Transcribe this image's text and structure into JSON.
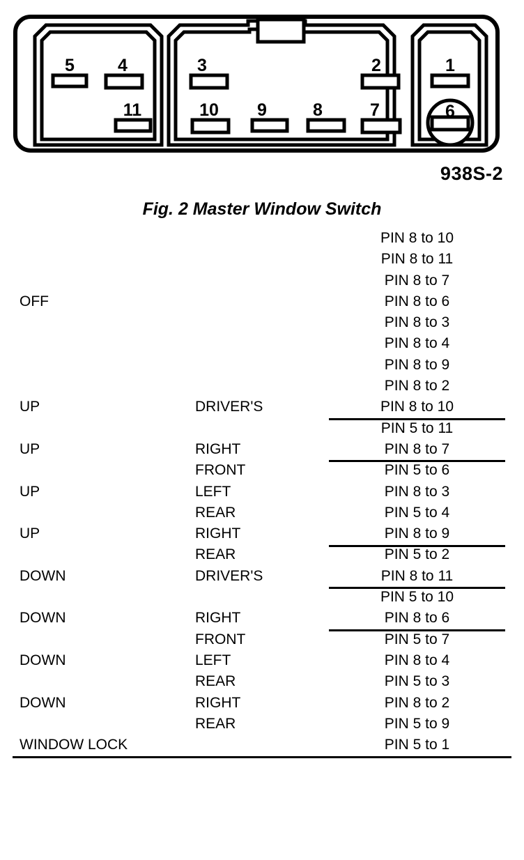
{
  "diagram": {
    "name": "master-window-switch-connector",
    "drawing_number": "938S-2",
    "caption": "Fig. 2 Master Window Switch",
    "sections": [
      {
        "name": "left-connector-section",
        "pins": [
          {
            "label": "5"
          },
          {
            "label": "4"
          },
          {
            "label": "11"
          }
        ]
      },
      {
        "name": "middle-connector-section",
        "pins": [
          {
            "label": "3"
          },
          {
            "label": "2"
          },
          {
            "label": "10"
          },
          {
            "label": "9"
          },
          {
            "label": "8"
          },
          {
            "label": "7"
          }
        ]
      },
      {
        "name": "right-connector-section",
        "pins": [
          {
            "label": "1"
          },
          {
            "label": "6"
          }
        ]
      }
    ]
  },
  "table": {
    "rows": [
      {
        "position": "",
        "window": "",
        "pins": "PIN 8 to 10",
        "rule": ""
      },
      {
        "position": "",
        "window": "",
        "pins": "PIN 8 to 11",
        "rule": ""
      },
      {
        "position": "",
        "window": "",
        "pins": "PIN 8 to 7",
        "rule": ""
      },
      {
        "position": "OFF",
        "window": "",
        "pins": "PIN 8 to 6",
        "rule": ""
      },
      {
        "position": "",
        "window": "",
        "pins": "PIN 8 to 3",
        "rule": ""
      },
      {
        "position": "",
        "window": "",
        "pins": "PIN 8 to 4",
        "rule": ""
      },
      {
        "position": "",
        "window": "",
        "pins": "PIN 8 to 9",
        "rule": ""
      },
      {
        "position": "",
        "window": "",
        "pins": "PIN 8 to 2",
        "rule": ""
      },
      {
        "position": "UP",
        "window": "DRIVER'S",
        "pins": "PIN 8 to 10",
        "rule": "short-after"
      },
      {
        "position": "",
        "window": "",
        "pins": "PIN 5 to 11",
        "rule": ""
      },
      {
        "position": "UP",
        "window": "RIGHT",
        "pins": "PIN 8 to 7",
        "rule": "short-after"
      },
      {
        "position": "",
        "window": "FRONT",
        "pins": "PIN 5 to 6",
        "rule": ""
      },
      {
        "position": "UP",
        "window": "LEFT",
        "pins": "PIN 8 to 3",
        "rule": ""
      },
      {
        "position": "",
        "window": "REAR",
        "pins": "PIN 5 to 4",
        "rule": ""
      },
      {
        "position": "UP",
        "window": "RIGHT",
        "pins": "PIN 8 to 9",
        "rule": "short-after"
      },
      {
        "position": "",
        "window": "REAR",
        "pins": "PIN 5 to 2",
        "rule": ""
      },
      {
        "position": "DOWN",
        "window": "DRIVER'S",
        "pins": "PIN 8 to 11",
        "rule": "short-after"
      },
      {
        "position": "",
        "window": "",
        "pins": "PIN 5 to 10",
        "rule": ""
      },
      {
        "position": "DOWN",
        "window": "RIGHT",
        "pins": "PIN 8 to 6",
        "rule": "short-after"
      },
      {
        "position": "",
        "window": "FRONT",
        "pins": "PIN 5 to 7",
        "rule": ""
      },
      {
        "position": "DOWN",
        "window": "LEFT",
        "pins": "PIN 8 to 4",
        "rule": ""
      },
      {
        "position": "",
        "window": "REAR",
        "pins": "PIN 5 to 3",
        "rule": ""
      },
      {
        "position": "DOWN",
        "window": "RIGHT",
        "pins": "PIN 8 to 2",
        "rule": ""
      },
      {
        "position": "",
        "window": "REAR",
        "pins": "PIN 5 to 9",
        "rule": ""
      },
      {
        "position": "WINDOW LOCK",
        "window": "",
        "pins": "PIN 5 to 1",
        "rule": "full-after"
      }
    ]
  }
}
